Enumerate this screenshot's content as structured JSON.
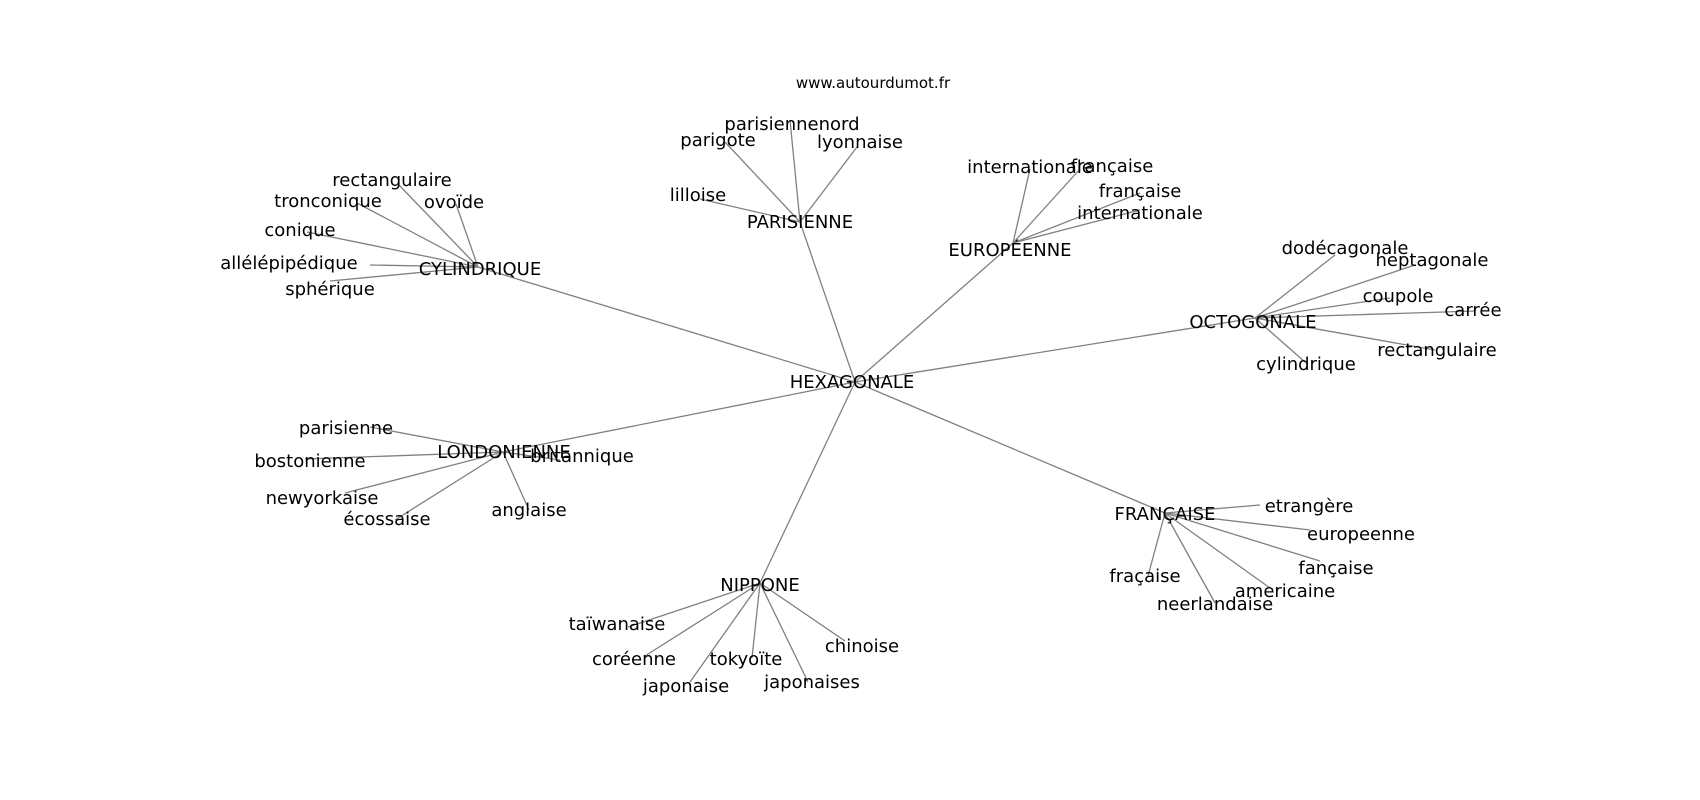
{
  "site": "www.autourdumot.fr",
  "center": "HEXAGONALE",
  "clusters": [
    {
      "hub": "PARISIENNE",
      "words": [
        "parisiennenord",
        "parigote",
        "lyonnaise",
        "lilloise"
      ]
    },
    {
      "hub": "EUROPÉENNE",
      "words": [
        "internationale",
        "française",
        "française",
        "internationale"
      ]
    },
    {
      "hub": "CYLINDRIQUE",
      "words": [
        "rectangulaire",
        "tronconique",
        "ovoïde",
        "conique",
        "allélépipédique",
        "sphérique"
      ]
    },
    {
      "hub": "OCTOGONALE",
      "words": [
        "dodécagonale",
        "heptagonale",
        "coupole",
        "carrée",
        "rectangulaire",
        "cylindrique"
      ]
    },
    {
      "hub": "LONDONIENNE",
      "words": [
        "parisienne",
        "britannique",
        "bostonienne",
        "newyorkaise",
        "écossaise",
        "anglaise"
      ]
    },
    {
      "hub": "FRANÇAISE",
      "words": [
        "etrangère",
        "europeenne",
        "fançaise",
        "americaine",
        "neerlandaise",
        "fraçaise"
      ]
    },
    {
      "hub": "NIPPONE",
      "words": [
        "taïwanaise",
        "coréenne",
        "japonaise",
        "tokyoïte",
        "japonaises",
        "chinoise"
      ]
    }
  ]
}
